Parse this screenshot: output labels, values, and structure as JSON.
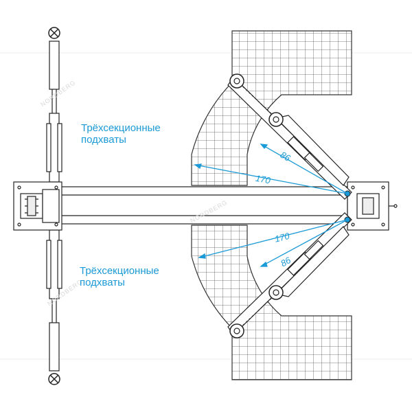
{
  "labels": {
    "top": [
      "Трёхсекционные",
      "подхваты"
    ],
    "bottom": [
      "Трёхсекционные",
      "подхваты"
    ]
  },
  "dimensions": {
    "upper_inner": "86",
    "upper_outer": "170",
    "lower_outer": "170",
    "lower_inner": "86"
  },
  "watermarks": [
    "NORDBERG",
    "NORDBERG",
    "NORDBERG"
  ],
  "colors": {
    "accent": "#1a9ad6",
    "line": "#222222",
    "grid": "#555555"
  }
}
